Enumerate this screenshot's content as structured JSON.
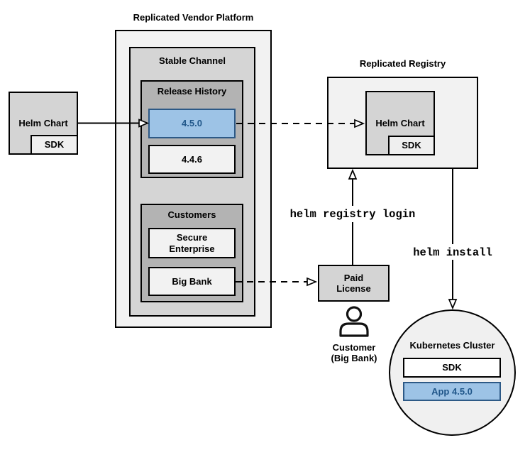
{
  "colors": {
    "canvas_bg": "#ffffff",
    "container_fill": "#f2f2f2",
    "box_fill_mid": "#d4d4d4",
    "box_fill_dark": "#b3b3b3",
    "sub_box_fill": "#efefef",
    "cluster_fill": "#f0f0f0",
    "highlight_fill": "#9dc3e6",
    "highlight_border": "#2d5986",
    "highlight_text": "#21578a",
    "line_color": "#000000"
  },
  "vendor_platform": {
    "title": "Replicated Vendor Platform",
    "stable_channel_label": "Stable Channel",
    "release_history": {
      "label": "Release History",
      "releases": [
        {
          "version": "4.5.0",
          "highlighted": true
        },
        {
          "version": "4.4.6",
          "highlighted": false
        }
      ]
    },
    "customers": {
      "label": "Customers",
      "items": [
        {
          "name": "Secure\nEnterprise"
        },
        {
          "name": "Big Bank"
        }
      ]
    }
  },
  "source_chart": {
    "label": "Helm Chart",
    "sdk": "SDK"
  },
  "registry": {
    "title": "Replicated Registry",
    "chart_label": "Helm Chart",
    "sdk": "SDK"
  },
  "commands": {
    "registry_login": "helm registry login",
    "install": "helm install"
  },
  "license": {
    "label": "Paid\nLicense"
  },
  "customer": {
    "label": "Customer\n(Big Bank)"
  },
  "cluster": {
    "title": "Kubernetes Cluster",
    "sdk": "SDK",
    "app": "App 4.5.0"
  }
}
